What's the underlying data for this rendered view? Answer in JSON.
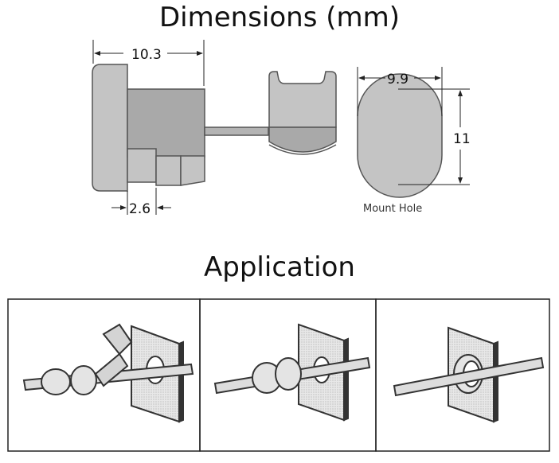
{
  "titles": {
    "dimensions": "Dimensions (mm)",
    "application": "Application"
  },
  "dimensions": {
    "overall_length": "10.3",
    "flange": "2.6",
    "hole_width": "9.9",
    "hole_height": "11",
    "mount_hole_label": "Mount Hole"
  },
  "colors": {
    "body_light": "#c4c4c4",
    "body_dark": "#a9a9a9",
    "outline": "#555555",
    "plate": "#e2e2e2"
  },
  "application_steps": [
    {
      "step": 1,
      "state": "grommet-open-around-wire"
    },
    {
      "step": 2,
      "state": "grommet-closed-around-wire"
    },
    {
      "step": 3,
      "state": "grommet-inserted-in-hole"
    }
  ]
}
